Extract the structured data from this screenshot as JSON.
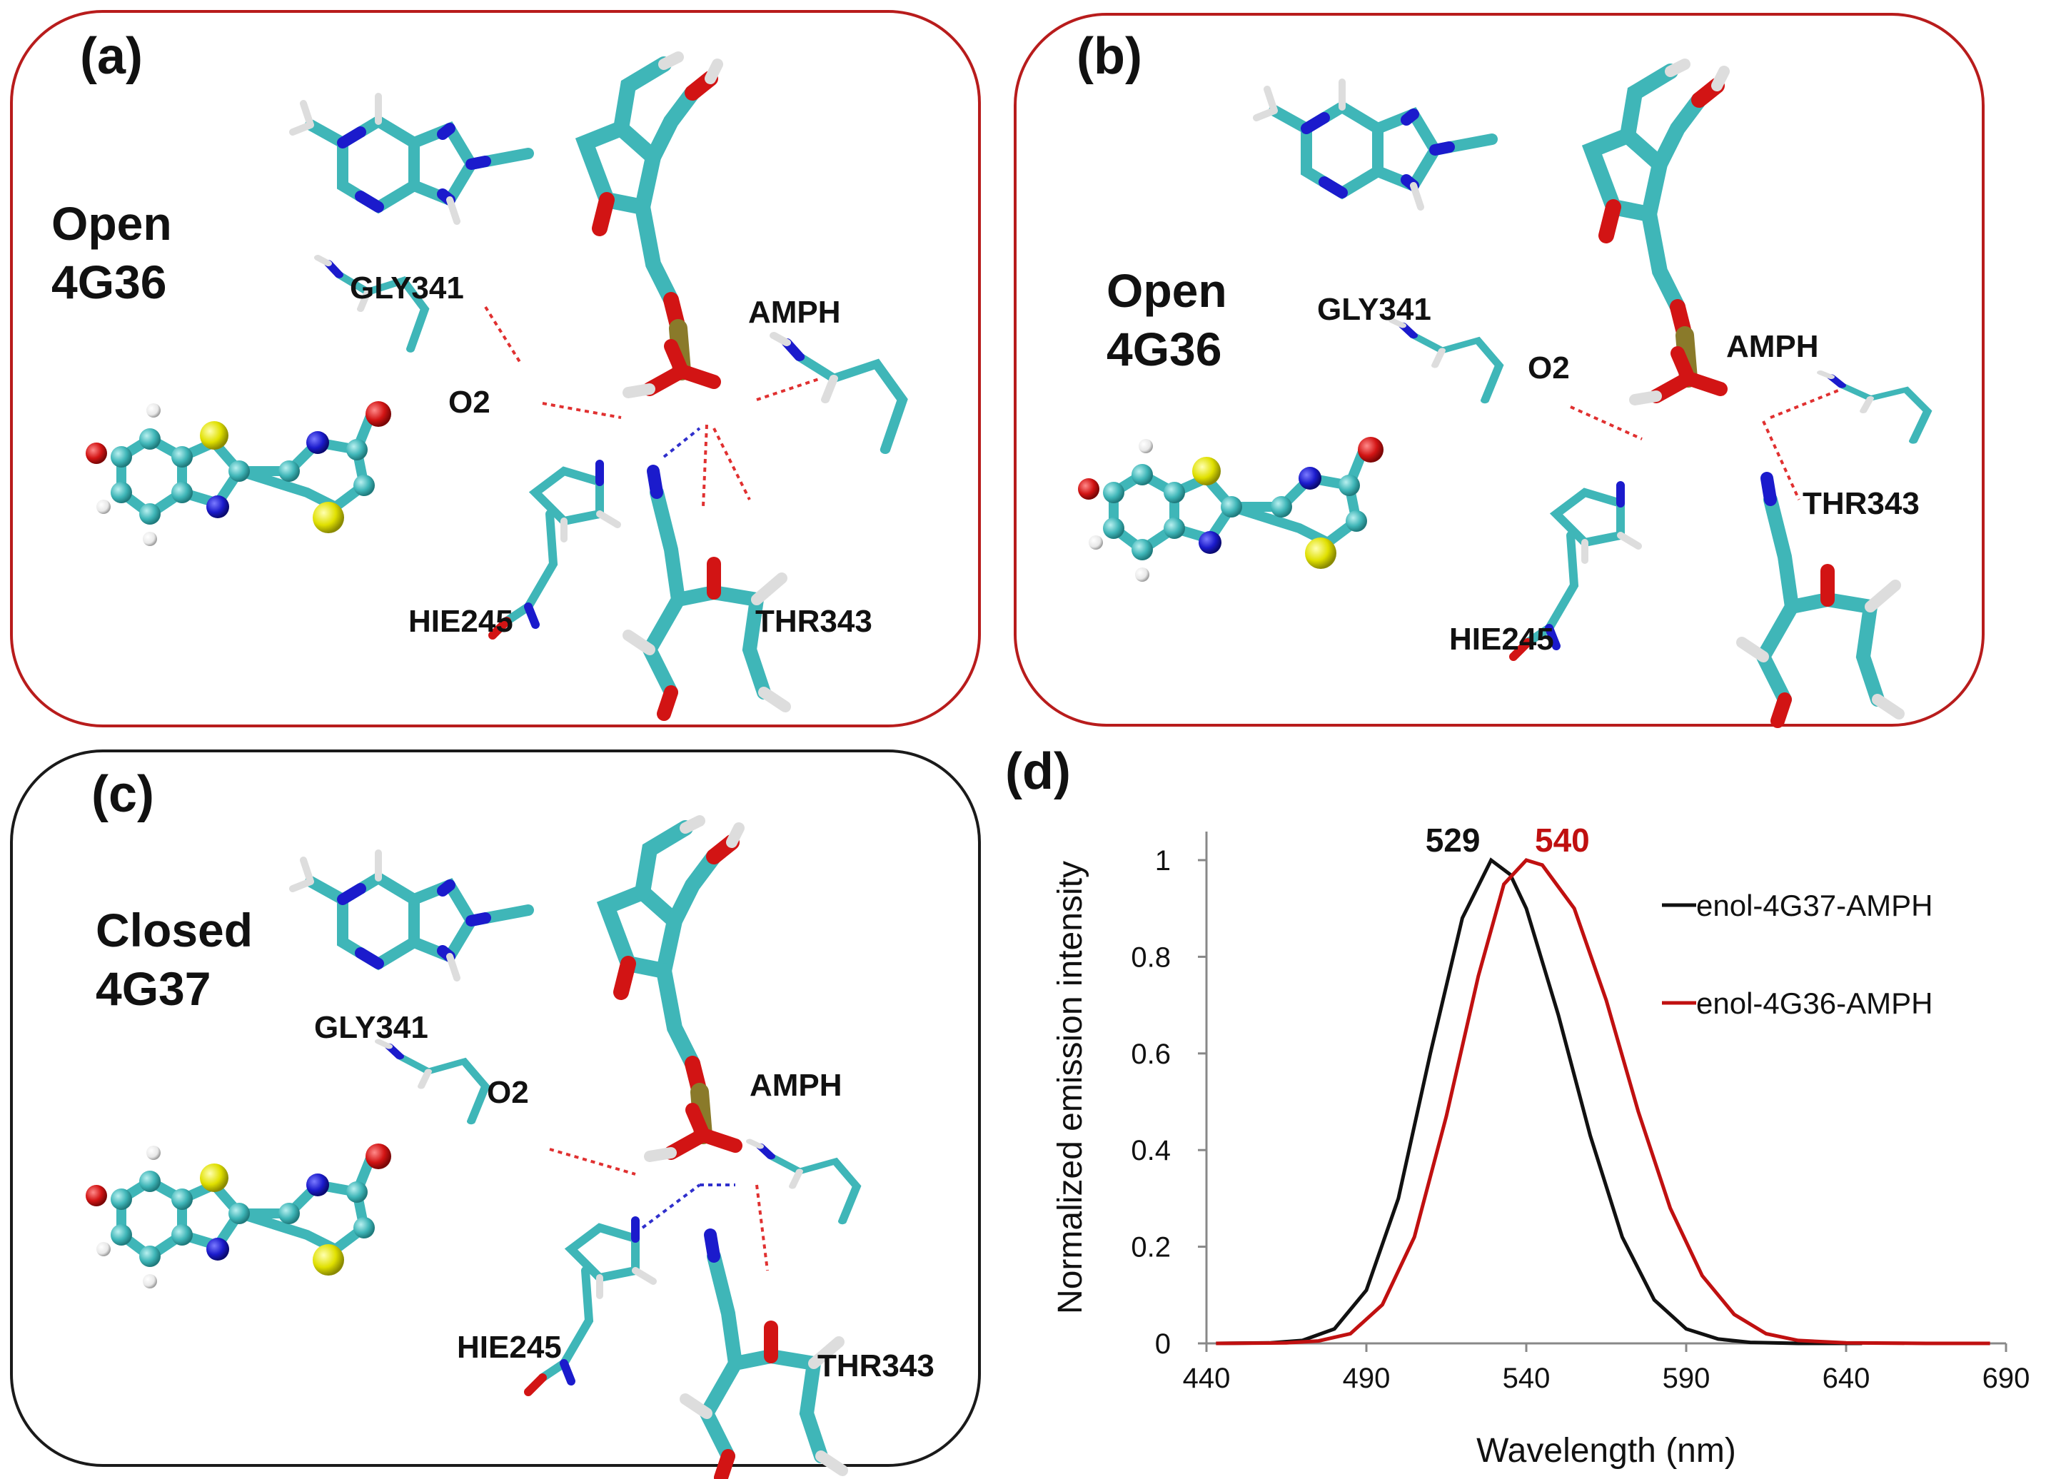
{
  "panels": {
    "a": {
      "label": "(a)",
      "state": "Open",
      "pdb": "4G36",
      "residues": {
        "gly": "GLY341",
        "o2": "O2",
        "amph": "AMPH",
        "hie": "HIE245",
        "thr": "THR343"
      }
    },
    "b": {
      "label": "(b)",
      "state": "Open",
      "pdb": "4G36",
      "residues": {
        "gly": "GLY341",
        "o2": "O2",
        "amph": "AMPH",
        "hie": "HIE245",
        "thr": "THR343"
      }
    },
    "c": {
      "label": "(c)",
      "state": "Closed",
      "pdb": "4G37",
      "residues": {
        "gly": "GLY341",
        "o2": "O2",
        "amph": "AMPH",
        "hie": "HIE245",
        "thr": "THR343"
      }
    },
    "d": {
      "label": "(d)"
    }
  },
  "colors": {
    "open_frame": "#b81c1c",
    "closed_frame": "#1a1a1a",
    "carbon": "#3fb6b8",
    "nitrogen": "#1b1bcc",
    "oxygen": "#d21414",
    "sulfur": "#e0e000",
    "hydrogen": "#f2f2f2",
    "phosphorus": "#8a7a2a",
    "hbond": "#e03030",
    "series_4G37": "#111111",
    "series_4G36": "#c01010"
  },
  "chart_data": {
    "type": "line",
    "xlabel": "Wavelength (nm)",
    "ylabel": "Normalized emission intensity",
    "xlim": [
      440,
      690
    ],
    "ylim": [
      0,
      1.0
    ],
    "xticks": [
      440,
      490,
      540,
      590,
      640,
      690
    ],
    "yticks": [
      0,
      0.2,
      0.4,
      0.6,
      0.8,
      1
    ],
    "legend_position": "right",
    "series": [
      {
        "name": "enol-4G37-AMPH",
        "color": "#111111",
        "peak": 529,
        "peak_label": "529",
        "points": [
          [
            443,
            0
          ],
          [
            460,
            0.001
          ],
          [
            470,
            0.006
          ],
          [
            480,
            0.03
          ],
          [
            490,
            0.11
          ],
          [
            500,
            0.3
          ],
          [
            510,
            0.6
          ],
          [
            520,
            0.88
          ],
          [
            529,
            1.0
          ],
          [
            535,
            0.97
          ],
          [
            540,
            0.9
          ],
          [
            550,
            0.68
          ],
          [
            560,
            0.43
          ],
          [
            570,
            0.22
          ],
          [
            580,
            0.09
          ],
          [
            590,
            0.03
          ],
          [
            600,
            0.009
          ],
          [
            610,
            0.002
          ],
          [
            625,
            0
          ],
          [
            645,
            0
          ]
        ]
      },
      {
        "name": "enol-4G36-AMPH",
        "color": "#c01010",
        "peak": 540,
        "peak_label": "540",
        "points": [
          [
            443,
            0
          ],
          [
            465,
            0.001
          ],
          [
            475,
            0.005
          ],
          [
            485,
            0.02
          ],
          [
            495,
            0.08
          ],
          [
            505,
            0.22
          ],
          [
            515,
            0.47
          ],
          [
            525,
            0.76
          ],
          [
            533,
            0.95
          ],
          [
            540,
            1.0
          ],
          [
            545,
            0.99
          ],
          [
            555,
            0.9
          ],
          [
            565,
            0.71
          ],
          [
            575,
            0.48
          ],
          [
            585,
            0.28
          ],
          [
            595,
            0.14
          ],
          [
            605,
            0.06
          ],
          [
            615,
            0.02
          ],
          [
            625,
            0.006
          ],
          [
            640,
            0.001
          ],
          [
            665,
            0
          ],
          [
            685,
            0
          ]
        ]
      }
    ]
  }
}
